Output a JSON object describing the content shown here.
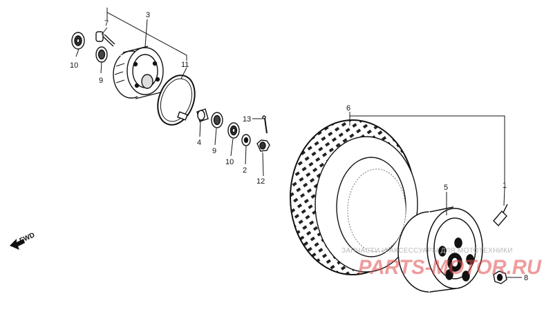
{
  "diagram": {
    "callouts": [
      "1",
      "2",
      "3",
      "4",
      "5",
      "6",
      "7",
      "8",
      "9",
      "9",
      "10",
      "10",
      "11",
      "12",
      "13"
    ],
    "direction_label": "FWD",
    "watermark": {
      "caption": "ЗАПЧАСТИ И АКСЕССУАРЫ ДЛЯ МОТОТЕХНИКИ",
      "brand": "PARTS-MOTOR.RU"
    },
    "colors": {
      "ink": "#111111",
      "watermark_red": "#e04a4a",
      "watermark_gray": "#b9b9b9"
    }
  }
}
